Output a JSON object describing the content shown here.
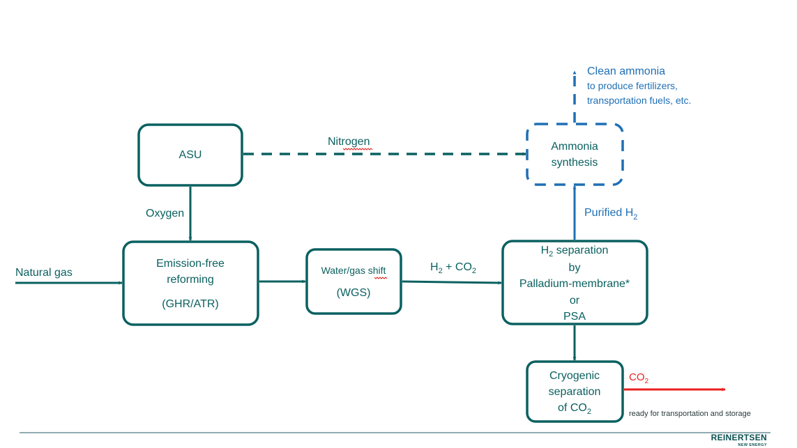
{
  "colors": {
    "teal": "#0b6060",
    "blue": "#1f6fb5",
    "red": "#e8201e"
  },
  "boxes": {
    "asu": "ASU",
    "reforming": {
      "line1": "Emission-free",
      "line2": "reforming",
      "line3": "(GHR/ATR)"
    },
    "wgs": {
      "line1": "Water/gas shift",
      "line2": "(WGS)"
    },
    "h2_separation": {
      "h": "H",
      "sub": "2",
      "after": " separation",
      "line2": "by",
      "line3": "Palladium-membrane*",
      "line4": "or",
      "line5": "PSA"
    },
    "ammonia_synthesis": {
      "line1": "Ammonia",
      "line2": "synthesis"
    },
    "cryogenic": {
      "line1": "Cryogenic",
      "line2": "separation",
      "line3_prefix": "of CO",
      "line3_sub": "2"
    }
  },
  "flows": {
    "natural_gas": "Natural gas",
    "oxygen": "Oxygen",
    "nitrogen": "Nitrogen",
    "h2_co2": {
      "h": "H",
      "sub1": "2",
      "mid": " + CO",
      "sub2": "2"
    },
    "purified_h2": {
      "text": "Purified H",
      "sub": "2"
    },
    "co2_out": {
      "text": "CO",
      "sub": "2"
    },
    "co2_note": "ready for transportation and storage",
    "clean_ammonia": {
      "line1": "Clean ammonia",
      "line2": "to produce fertilizers,",
      "line3": "transportation fuels, etc."
    }
  },
  "logo": {
    "name": "REINERTSEN",
    "sub": "NEW ENERGY"
  }
}
